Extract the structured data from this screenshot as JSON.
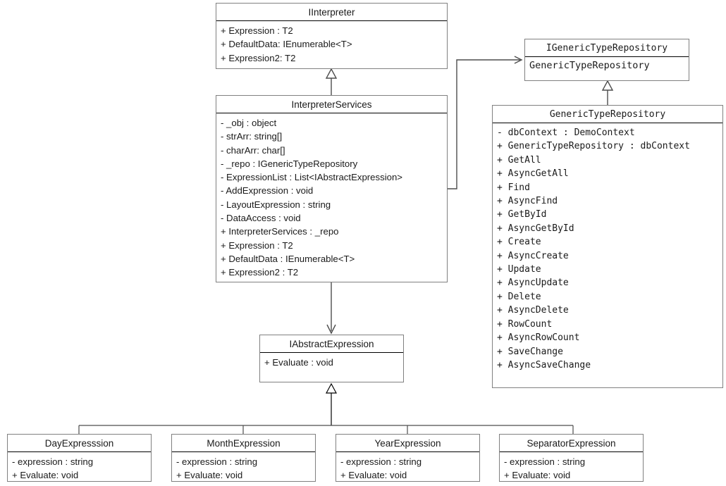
{
  "diagram": {
    "kind": "UML class diagram",
    "classes": [
      {
        "id": "iinterpreter",
        "name": "IInterpreter",
        "members": [
          "+ Expression : T2",
          "+ DefaultData: IEnumerable<T>",
          "+ Expression2: T2"
        ]
      },
      {
        "id": "interpreterservices",
        "name": "InterpreterServices",
        "members": [
          "- _obj : object",
          "- strArr: string[]",
          "- charArr: char[]",
          "- _repo : IGenericTypeRepository",
          "- ExpressionList : List<IAbstractExpression>",
          "- AddExpression : void",
          "- LayoutExpression : string",
          "- DataAccess : void",
          "+ InterpreterServices : _repo",
          "+ Expression : T2",
          "+ DefaultData : IEnumerable<T>",
          "+ Expression2 : T2"
        ]
      },
      {
        "id": "igenerictyperepository",
        "name": "IGenericTypeRepository",
        "members": [
          "GenericTypeRepository"
        ]
      },
      {
        "id": "generictyperepository",
        "name": "GenericTypeRepository",
        "members": [
          "- dbContext : DemoContext",
          "+ GenericTypeRepository : dbContext",
          "+ GetAll",
          "+ AsyncGetAll",
          "+ Find",
          "+ AsyncFind",
          "+ GetById",
          "+ AsyncGetById",
          "+ Create",
          "+ AsyncCreate",
          "+ Update",
          "+ AsyncUpdate",
          "+ Delete",
          "+ AsyncDelete",
          "+ RowCount",
          "+ AsyncRowCount",
          "+ SaveChange",
          "+ AsyncSaveChange"
        ]
      },
      {
        "id": "iabstractexpression",
        "name": "IAbstractExpression",
        "members": [
          "+ Evaluate : void"
        ]
      },
      {
        "id": "dayexpresssion",
        "name": "DayExpresssion",
        "members": [
          "- expression : string",
          "+ Evaluate: void"
        ]
      },
      {
        "id": "monthexpression",
        "name": "MonthExpression",
        "members": [
          "- expression : string",
          "+ Evaluate: void"
        ]
      },
      {
        "id": "yearexpression",
        "name": "YearExpression",
        "members": [
          "- expression : string",
          "+ Evaluate: void"
        ]
      },
      {
        "id": "separatorexpression",
        "name": "SeparatorExpression",
        "members": [
          "- expression : string",
          "+ Evaluate: void"
        ]
      }
    ],
    "relations": [
      {
        "from": "InterpreterServices",
        "to": "IInterpreter",
        "type": "generalization"
      },
      {
        "from": "InterpreterServices",
        "to": "IGenericTypeRepository",
        "type": "association"
      },
      {
        "from": "GenericTypeRepository",
        "to": "IGenericTypeRepository",
        "type": "generalization"
      },
      {
        "from": "InterpreterServices",
        "to": "IAbstractExpression",
        "type": "association"
      },
      {
        "from": "DayExpresssion",
        "to": "IAbstractExpression",
        "type": "generalization"
      },
      {
        "from": "MonthExpression",
        "to": "IAbstractExpression",
        "type": "generalization"
      },
      {
        "from": "YearExpression",
        "to": "IAbstractExpression",
        "type": "generalization"
      },
      {
        "from": "SeparatorExpression",
        "to": "IAbstractExpression",
        "type": "generalization"
      }
    ],
    "colors": {
      "background": "#ffffff",
      "box_border": "#808080",
      "divider": "#000000",
      "text": "#1a1a1a",
      "connector": "#4d4d4d"
    }
  }
}
